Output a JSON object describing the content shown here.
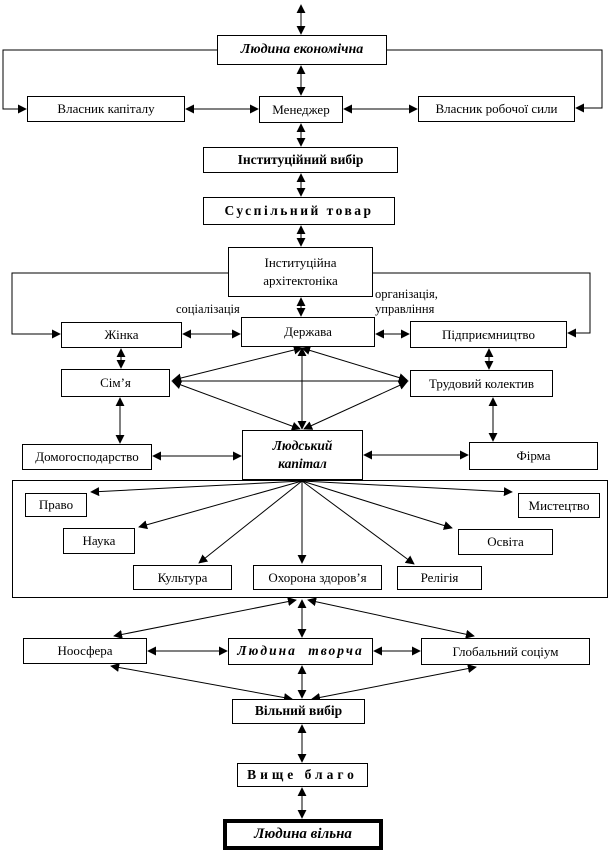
{
  "diagram": {
    "colors": {
      "foreground": "#000000",
      "background": "#ffffff"
    },
    "nodes": {
      "economic_man": {
        "label": "Людина економічна"
      },
      "capital_owner": {
        "label": "Власник капіталу"
      },
      "manager": {
        "label": "Менеджер"
      },
      "labor_owner": {
        "label": "Власник робочої сили"
      },
      "institutional_choice": {
        "label": "Інституційний вибір"
      },
      "public_good": {
        "label": "Суспільний товар"
      },
      "architectonics": {
        "label": "Інституційна архітектоніка"
      },
      "woman": {
        "label": "Жінка"
      },
      "state": {
        "label": "Держава"
      },
      "entrepreneurship": {
        "label": "Підприємництво"
      },
      "family": {
        "label": "Сім’я"
      },
      "labor_collective": {
        "label": "Трудовий колектив"
      },
      "household": {
        "label": "Домогосподарство"
      },
      "human_capital": {
        "label": "Людський капітал"
      },
      "firm": {
        "label": "Фірма"
      },
      "law": {
        "label": "Право"
      },
      "science": {
        "label": "Наука"
      },
      "culture": {
        "label": "Культура"
      },
      "healthcare": {
        "label": "Охорона здоров’я"
      },
      "religion": {
        "label": "Релігія"
      },
      "education": {
        "label": "Освіта"
      },
      "art": {
        "label": "Мистецтво"
      },
      "noosphere": {
        "label": "Ноосфера"
      },
      "creative_man": {
        "label": "Людина творча"
      },
      "global_society": {
        "label": "Глобальний соціум"
      },
      "free_choice": {
        "label": "Вільний вибір"
      },
      "highest_good": {
        "label": "Вище благо"
      },
      "free_man": {
        "label": "Людина вільна"
      }
    },
    "edge_labels": {
      "socialization": "соціалізація",
      "organization": "організація,",
      "management": "управління"
    }
  }
}
